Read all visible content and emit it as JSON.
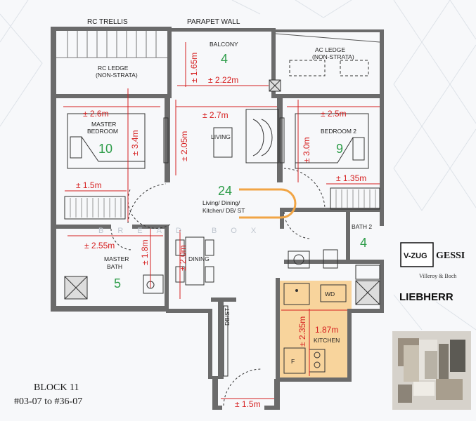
{
  "labels": {
    "rc_trellis": "RC TRELLIS",
    "parapet_wall": "PARAPET WALL",
    "rc_ledge_1": "RC LEDGE",
    "rc_ledge_2": "(NON-STRATA)",
    "balcony": "BALCONY",
    "balcony_num": "4",
    "ac_ledge_1": "AC LEDGE",
    "ac_ledge_2": "(NON-STRATA)",
    "master_bedroom_1": "MASTER",
    "master_bedroom_2": "BEDROOM",
    "master_bedroom_num": "10",
    "living": "LIVING",
    "bedroom2": "BEDROOM 2",
    "bedroom2_num": "9",
    "ldk_num": "24",
    "ldk_1": "Living/ Dining/",
    "ldk_2": "Kitchen/ DB/ ST",
    "dining": "DINING",
    "master_bath_1": "MASTER",
    "master_bath_2": "BATH",
    "master_bath_num": "5",
    "bath2": "BATH 2",
    "bath2_num": "4",
    "wd": "WD",
    "kitchen": "KITCHEN",
    "fridge": "F",
    "dbst": "DB/ST",
    "block": "BLOCK 11",
    "units": "#03-07 to #36-07"
  },
  "dimensions": {
    "balcony_v": "± 1.65m",
    "balcony_h": "± 2.22m",
    "mb_h": "± 2.6m",
    "mb_v": "± 3.4m",
    "living_h": "± 2.7m",
    "living_v": "± 2.05m",
    "br2_h": "± 2.5m",
    "br2_v": "± 3.0m",
    "mb_wardrobe": "± 1.5m",
    "br2_wardrobe": "± 1.35m",
    "mbath_h": "± 2.55m",
    "mbath_v": "± 1.8m",
    "dining_v": "± 2.0m",
    "kitchen_h": "1.87m",
    "kitchen_v": "± 2.35m",
    "entry": "± 1.5m"
  },
  "brands": {
    "vzug": "V-ZUG",
    "gessi": "GESSI",
    "villeroy": "Villeroy & Boch",
    "liebherr": "LIEBHERR"
  },
  "watermark": "BREAD BOX",
  "colors": {
    "wall": "#6b6b6b",
    "dimension": "#d62020",
    "room_number": "#2e9d4a",
    "kitchen_fill": "#f8d49c"
  }
}
